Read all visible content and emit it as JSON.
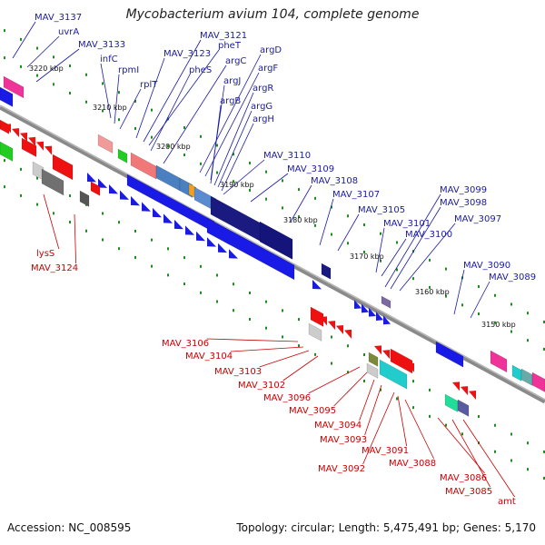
{
  "title": "Mycobacterium avium 104, complete genome",
  "footer": {
    "accession": "Accession: NC_008595",
    "summary": "Topology: circular; Length: 5,475,491 bp; Genes: 5,170"
  },
  "colors": {
    "backbone": "#8a8a8a",
    "cds_forward": "#1a1ae6",
    "cds_reverse": "#ee1111",
    "label_forward": "#1a1aa8",
    "label_reverse": "#cc0000",
    "ticks": "#1f8a1f"
  },
  "kbp_ticks": [
    "3220 kbp",
    "3210 kbp",
    "3200 kbp",
    "3190 kbp",
    "3180 kbp",
    "3170 kbp",
    "3160 kbp",
    "3150 kbp"
  ],
  "top_labels": [
    "MAV_3137",
    "uvrA",
    "MAV_3133",
    "infC",
    "rpmI",
    "rplT",
    "MAV_3123",
    "MAV_3121",
    "pheT",
    "pheS",
    "argC",
    "argD",
    "argF",
    "argJ",
    "argB",
    "argR",
    "argG",
    "argH",
    "MAV_3110",
    "MAV_3109",
    "MAV_3108",
    "MAV_3107",
    "MAV_3105",
    "MAV_3101",
    "MAV_3100",
    "MAV_3099",
    "MAV_3098",
    "MAV_3097",
    "MAV_3090",
    "MAV_3089"
  ],
  "bottom_labels": [
    "lysS",
    "MAV_3124",
    "MAV_3106",
    "MAV_3104",
    "MAV_3103",
    "MAV_3102",
    "MAV_3096",
    "MAV_3095",
    "MAV_3094",
    "MAV_3093",
    "MAV_3092",
    "MAV_3091",
    "MAV_3088",
    "MAV_3086",
    "MAV_3085",
    "amt"
  ]
}
